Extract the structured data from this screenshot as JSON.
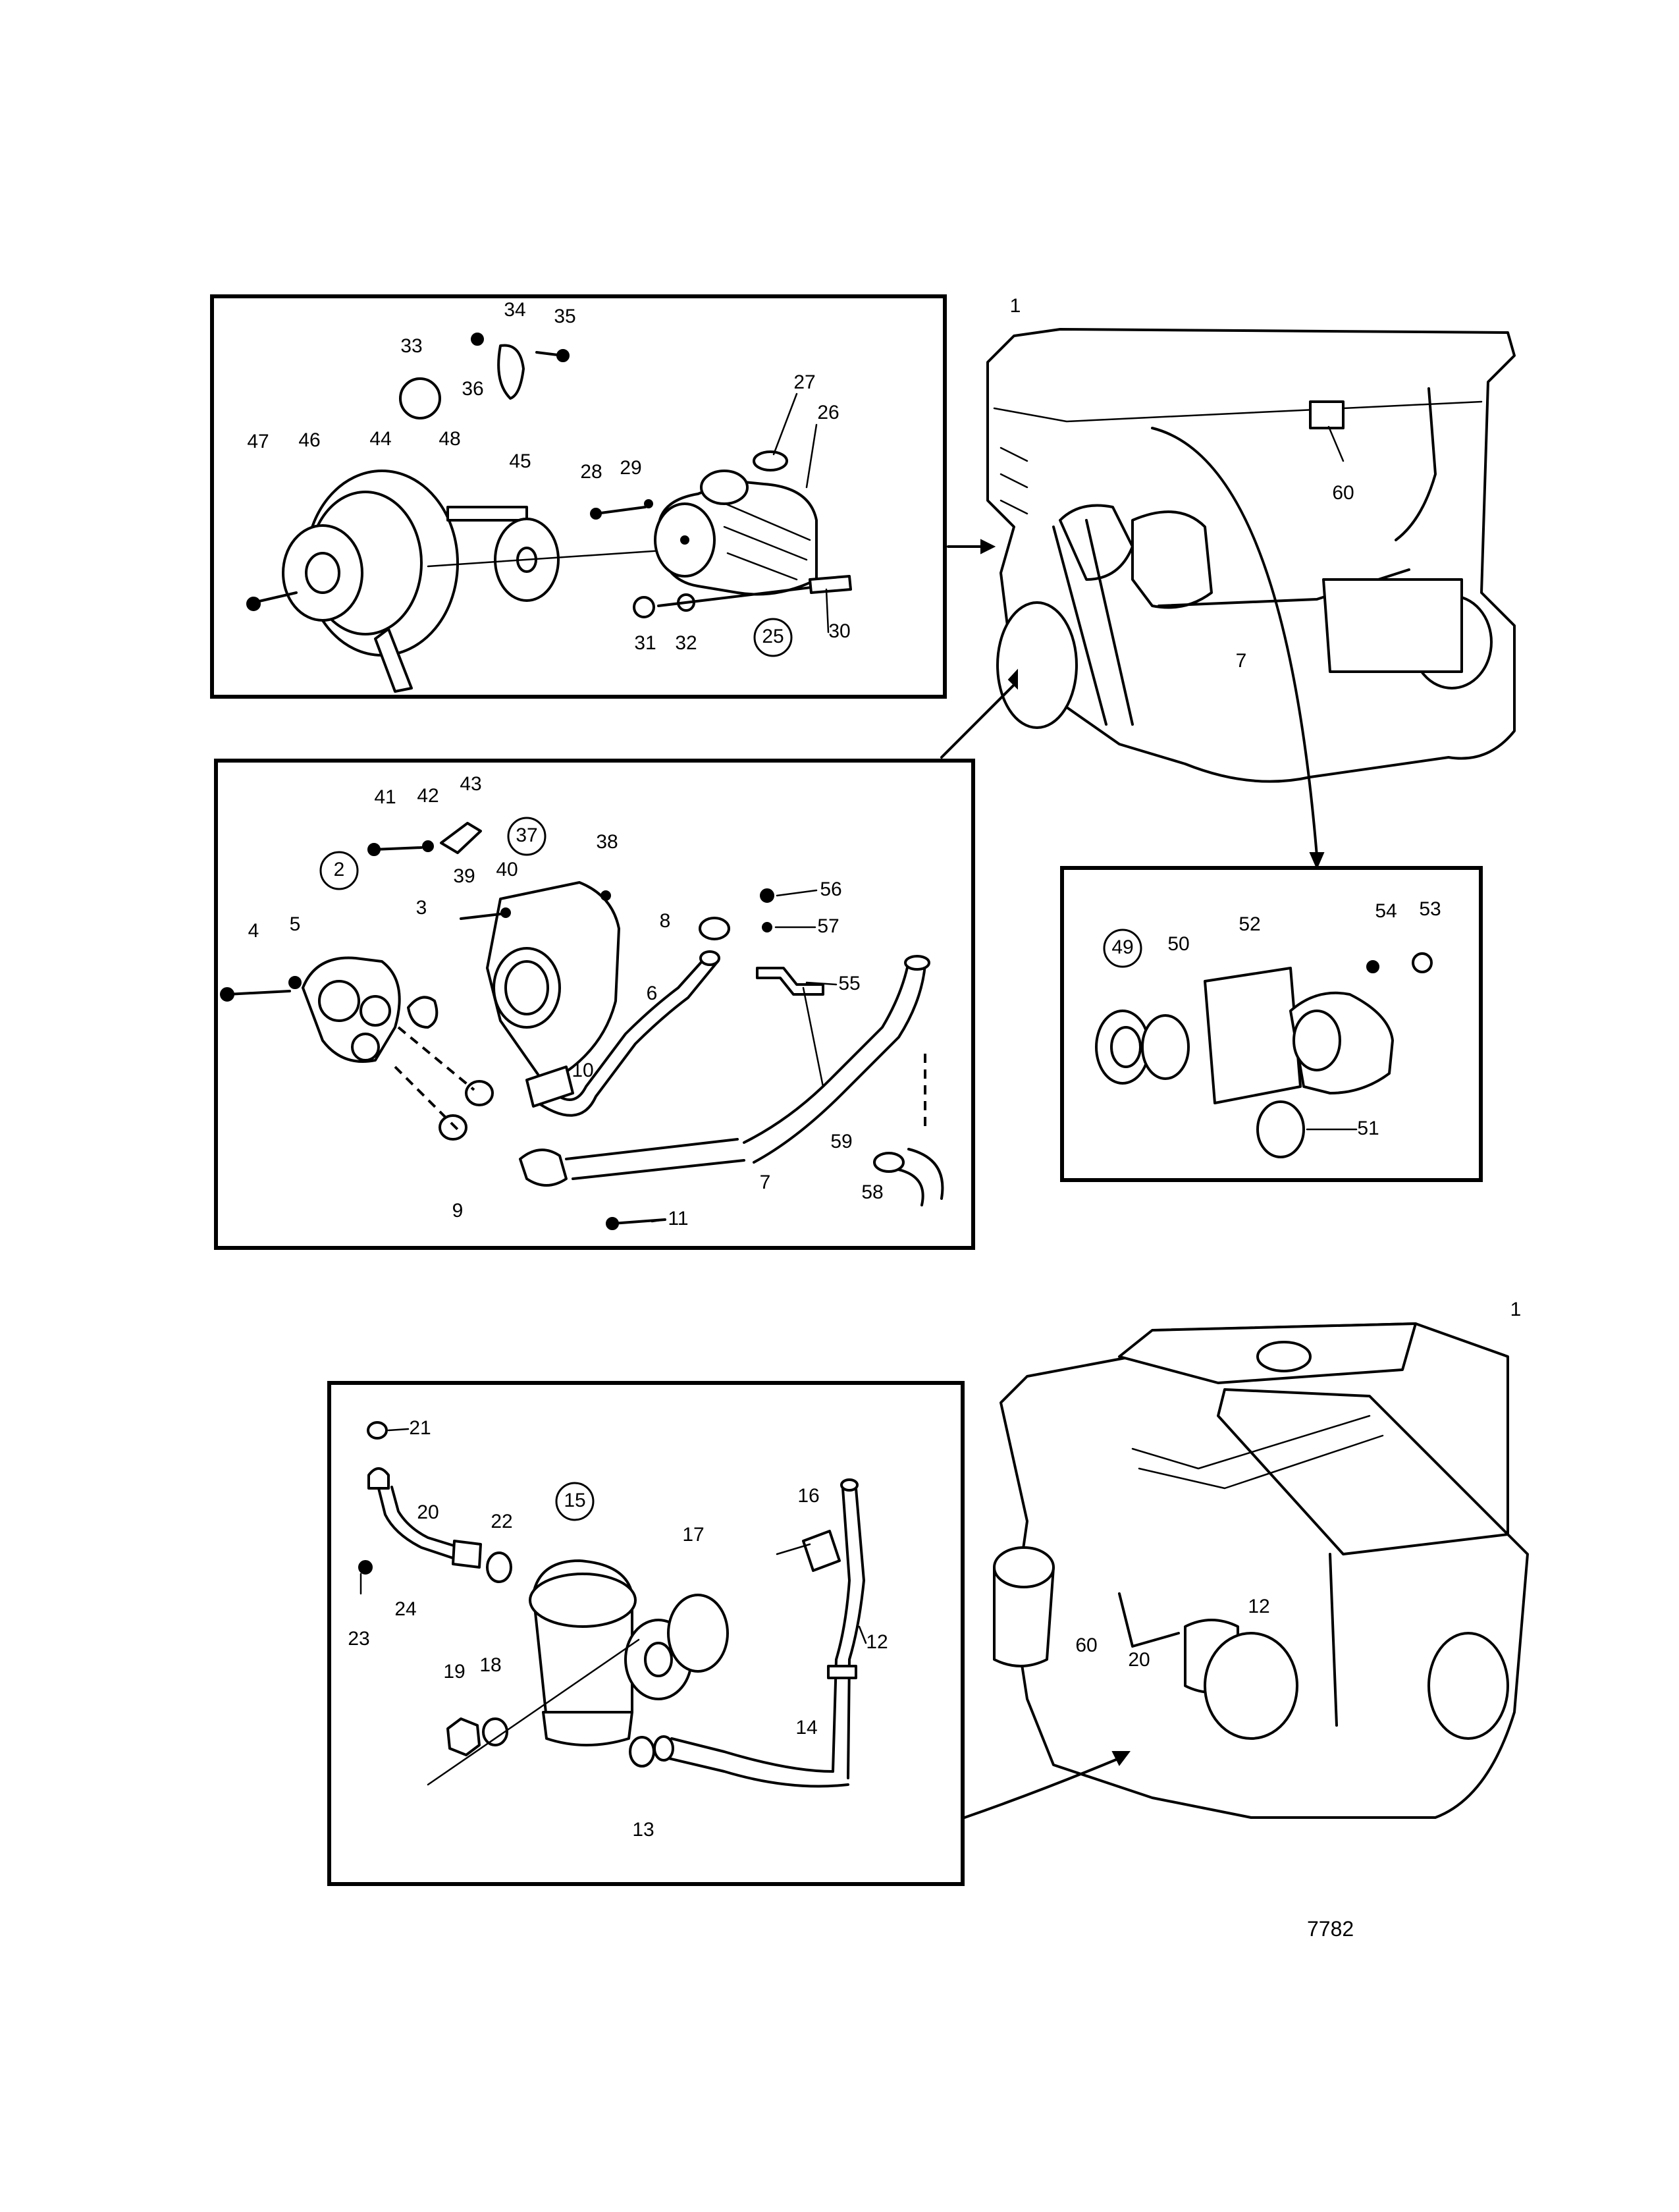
{
  "labels": {
    "l1a": "1",
    "l1b": "1",
    "l2": "2",
    "l3": "3",
    "l4": "4",
    "l5": "5",
    "l6": "6",
    "l7a": "7",
    "l7b": "7",
    "l8": "8",
    "l9": "9",
    "l10": "10",
    "l11": "11",
    "l12a": "12",
    "l12b": "12",
    "l13": "13",
    "l14": "14",
    "l15": "15",
    "l16": "16",
    "l17": "17",
    "l18": "18",
    "l19": "19",
    "l20a": "20",
    "l20b": "20",
    "l21": "21",
    "l22": "22",
    "l23": "23",
    "l24": "24",
    "l25": "25",
    "l26": "26",
    "l27": "27",
    "l28": "28",
    "l29": "29",
    "l30": "30",
    "l31": "31",
    "l32": "32",
    "l33": "33",
    "l34": "34",
    "l35": "35",
    "l36": "36",
    "l37": "37",
    "l38": "38",
    "l39": "39",
    "l40": "40",
    "l41": "41",
    "l42": "42",
    "l43": "43",
    "l44": "44",
    "l45": "45",
    "l46": "46",
    "l47": "47",
    "l48": "48",
    "l49": "49",
    "l50": "50",
    "l51": "51",
    "l52": "52",
    "l53": "53",
    "l54": "54",
    "l55": "55",
    "l56": "56",
    "l57": "57",
    "l58": "58",
    "l59": "59",
    "l60a": "60",
    "l60b": "60"
  },
  "drawing_number": "7782"
}
